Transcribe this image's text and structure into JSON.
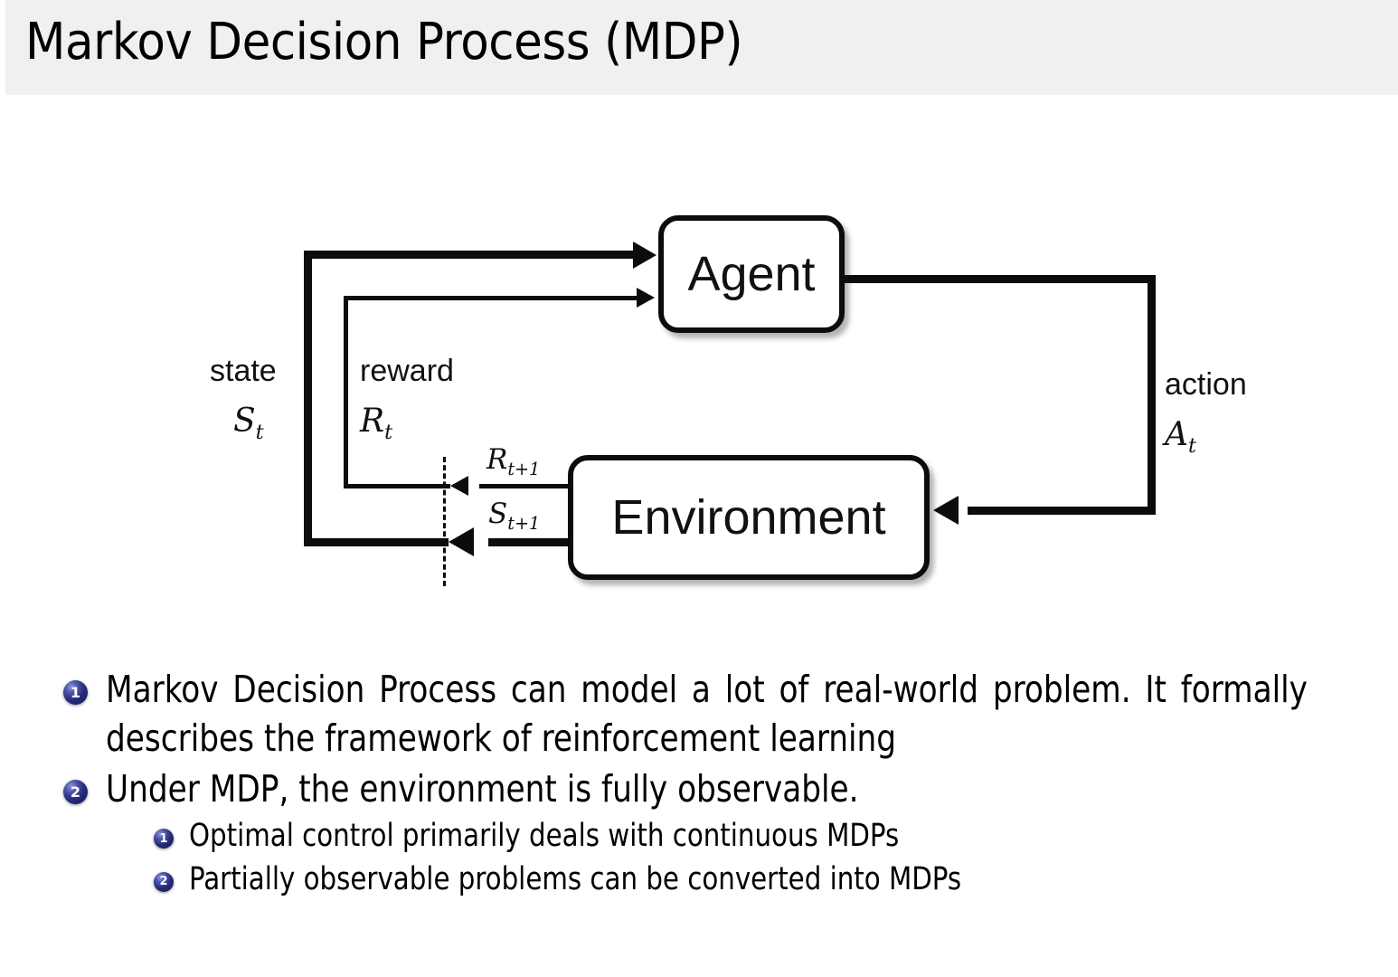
{
  "slide": {
    "title": "Markov Decision Process (MDP)",
    "header_bg": "#f0f0f0",
    "body_bg": "#ffffff",
    "bullet_color": "#262a78"
  },
  "diagram": {
    "type": "agent-environment-interaction-loop",
    "nodes": [
      {
        "id": "agent",
        "label": "Agent"
      },
      {
        "id": "environment",
        "label": "Environment"
      }
    ],
    "labels": {
      "state_word": "state",
      "state_symbol_base": "S",
      "state_symbol_sub": "t",
      "reward_word": "reward",
      "reward_symbol_base": "R",
      "reward_symbol_sub": "t",
      "action_word": "action",
      "action_symbol_base": "A",
      "action_symbol_sub": "t",
      "next_reward_base": "R",
      "next_reward_sub": "t+1",
      "next_state_base": "S",
      "next_state_sub": "t+1"
    },
    "edges": [
      {
        "from": "environment",
        "to": "agent",
        "label": "state S_t"
      },
      {
        "from": "environment",
        "to": "agent",
        "label": "reward R_t"
      },
      {
        "from": "agent",
        "to": "environment",
        "label": "action A_t"
      }
    ]
  },
  "bullets": [
    {
      "number": "1",
      "level": 1,
      "text": "Markov Decision Process can model a lot of real-world problem. It formally describes the framework of reinforcement learning"
    },
    {
      "number": "2",
      "level": 1,
      "text": "Under MDP, the environment is fully observable."
    },
    {
      "number": "1",
      "level": 2,
      "text": "Optimal control primarily deals with continuous MDPs"
    },
    {
      "number": "2",
      "level": 2,
      "text": "Partially observable problems can be converted into MDPs"
    }
  ]
}
